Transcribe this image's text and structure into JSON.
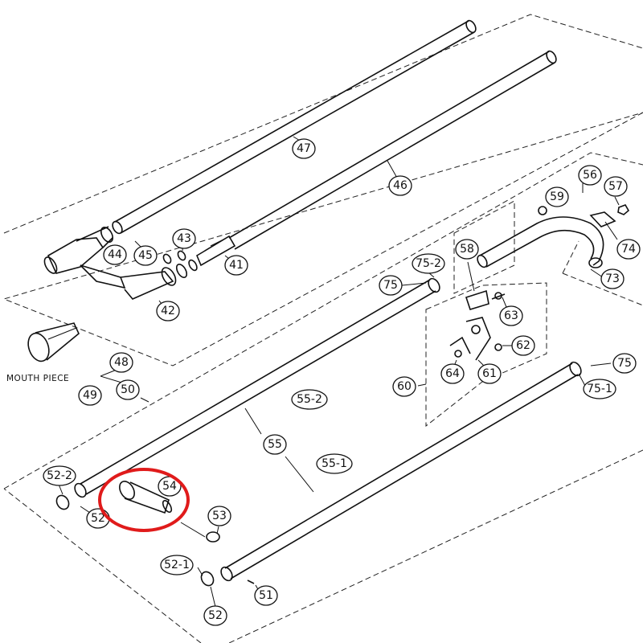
{
  "labels": {
    "p47": "47",
    "p46": "46",
    "p44": "44",
    "p45": "45",
    "p43": "43",
    "p41": "41",
    "p42": "42",
    "p48": "48",
    "p49": "49",
    "p50": "50",
    "p56": "56",
    "p57": "57",
    "p59": "59",
    "p74": "74",
    "p73": "73",
    "p58": "58",
    "p75_2": "75-2",
    "p75a": "75",
    "p63": "63",
    "p62": "62",
    "p61": "61",
    "p64": "64",
    "p60": "60",
    "p75b": "75",
    "p75_1": "75-1",
    "p55_2": "55-2",
    "p55": "55",
    "p55_1": "55-1",
    "p52_2": "52-2",
    "p52x": "52",
    "p54": "54",
    "p53": "53",
    "p52_1": "52-1",
    "p51": "51",
    "p52b": "52"
  },
  "mouthpiece_label": "MOUTH PIECE",
  "highlight": {
    "target": "54",
    "color": "#e01b1b"
  }
}
